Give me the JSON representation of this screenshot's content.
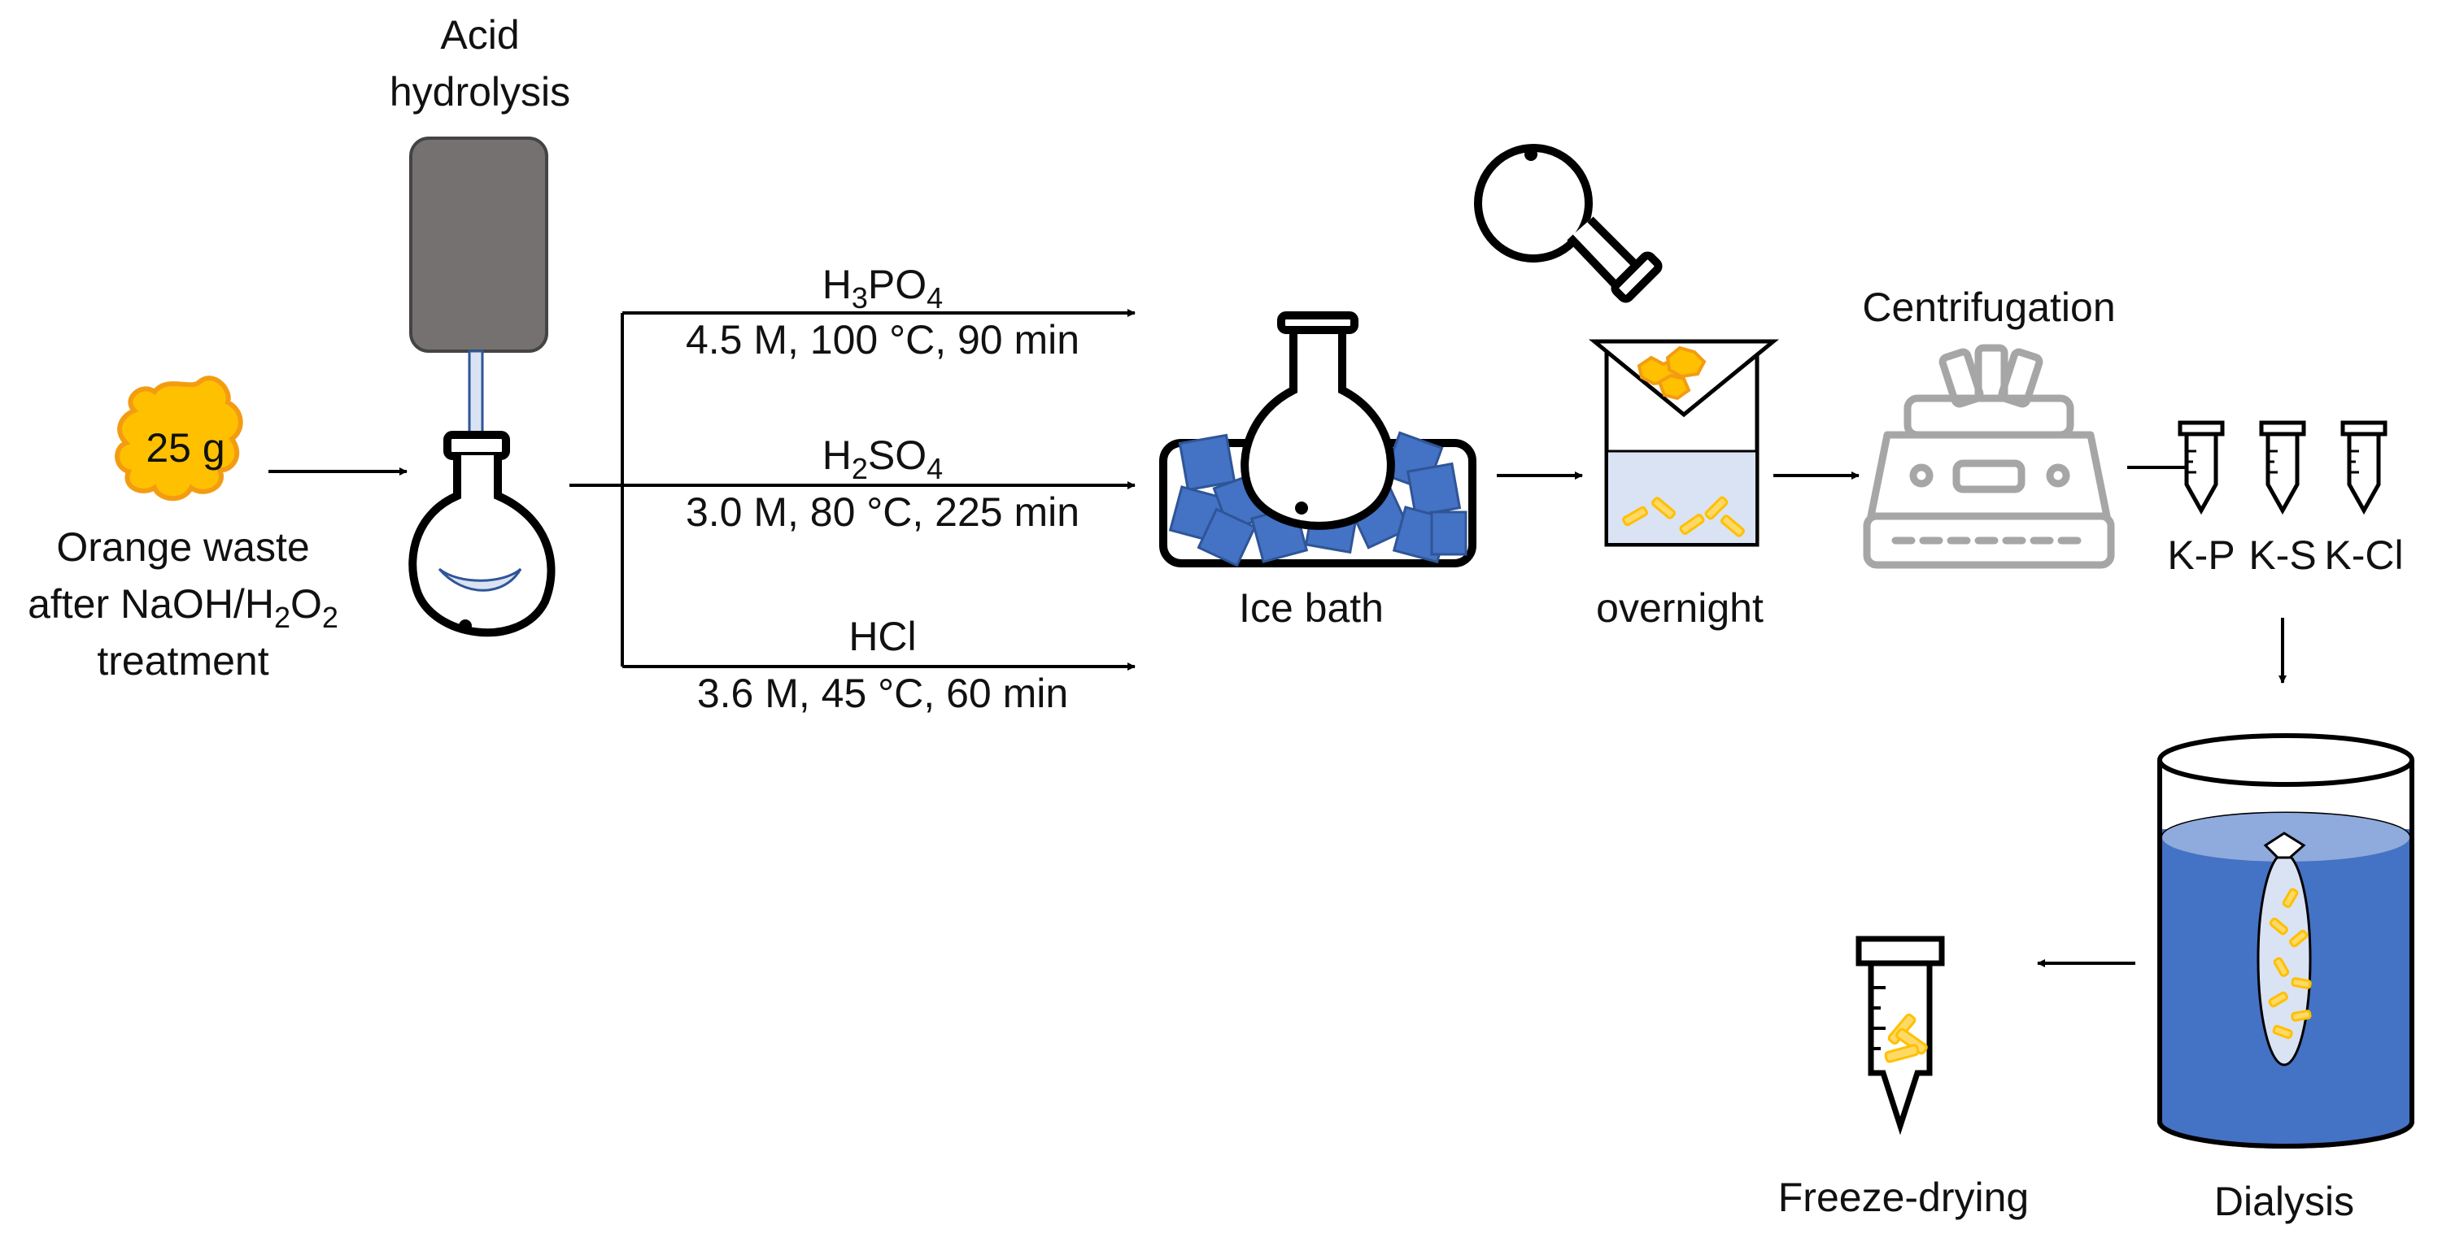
{
  "start": {
    "mass_label": "25 g",
    "caption_line1": "Orange waste",
    "caption_line2_prefix": "after NaOH/H",
    "caption_line2_sub1": "2",
    "caption_line2_mid": "O",
    "caption_line2_sub2": "2",
    "caption_line3": "treatment"
  },
  "hydrolysis": {
    "label_line1": "Acid",
    "label_line2": "hydrolysis"
  },
  "routes": [
    {
      "acid_prefix": "H",
      "acid_sub1": "3",
      "acid_mid": "PO",
      "acid_sub2": "4",
      "conditions": "4.5 M, 100 °C, 90 min"
    },
    {
      "acid_prefix": "H",
      "acid_sub1": "2",
      "acid_mid": "SO",
      "acid_sub2": "4",
      "conditions": "3.0 M, 80 °C, 225 min"
    },
    {
      "acid_prefix": "HCl",
      "acid_sub1": "",
      "acid_mid": "",
      "acid_sub2": "",
      "conditions": "3.6 M, 45 °C, 60 min"
    }
  ],
  "steps": {
    "ice_bath": "Ice bath",
    "overnight": "overnight",
    "centrifugation": "Centrifugation",
    "dialysis": "Dialysis",
    "freeze_drying": "Freeze-drying"
  },
  "samples": [
    "K-P",
    "K-S",
    "K-Cl"
  ],
  "colors": {
    "orange_fill": "#FFC000",
    "orange_edge": "#F39C12",
    "ice_blue": "#4472C4",
    "water_blue": "#4472C4",
    "liquid_light": "#DAE3F3",
    "motor_gray": "#767171",
    "centrifuge_gray": "#A6A6A6",
    "crystal_yellow": "#FFD966"
  }
}
